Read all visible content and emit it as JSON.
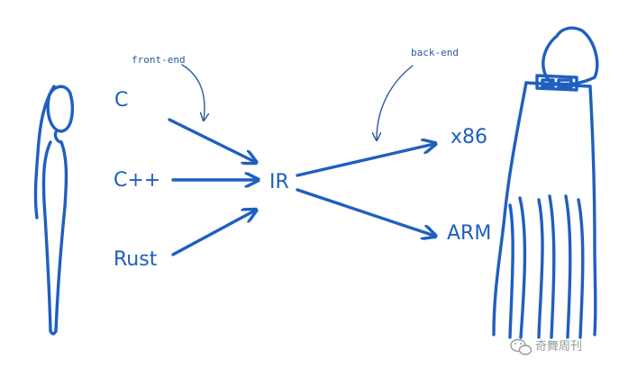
{
  "labels": {
    "front_end": "front-end",
    "back_end": "back-end",
    "source_c": "C",
    "source_cpp": "C++",
    "source_rust": "Rust",
    "ir": "IR",
    "target_x86": "x86",
    "target_arm": "ARM"
  },
  "watermark": {
    "text": "奇舞周刊",
    "icon": "wechat-icon"
  },
  "colors": {
    "ink": "#1f5fbf",
    "background": "#ffffff",
    "watermark": "#9a9a9a"
  }
}
